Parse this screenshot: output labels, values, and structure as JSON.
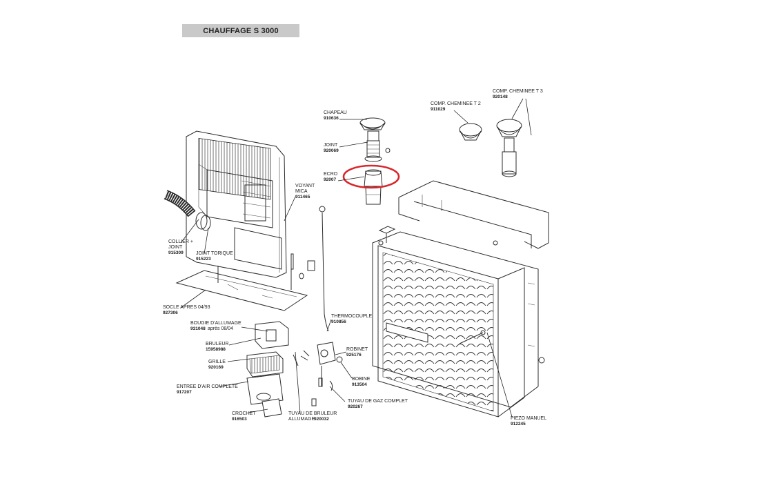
{
  "title": "CHAUFFAGE S 3000",
  "highlight_color": "#d9262c",
  "parts": [
    {
      "id": "chapeau",
      "name": "CHAPEAU",
      "ref": "910636"
    },
    {
      "id": "joint",
      "name": "JOINT",
      "ref": "920069"
    },
    {
      "id": "ecrou",
      "name": "ECRO",
      "ref": "92007"
    },
    {
      "id": "comp-t2",
      "name": "COMP. CHEMINEE T 2",
      "ref": "911029"
    },
    {
      "id": "comp-t3",
      "name": "COMP. CHEMINEE T 3",
      "ref": "920148"
    },
    {
      "id": "voyant",
      "name": "VOYANT",
      "name2": "MICA",
      "ref": "911465"
    },
    {
      "id": "collier",
      "name": "COLLIER +",
      "name2": "JOINT",
      "ref": "915309"
    },
    {
      "id": "joint-torique",
      "name": "JOINT TORIQUE",
      "ref": "915223"
    },
    {
      "id": "socle",
      "name": "SOCLE APRES 04/93",
      "ref": "927306"
    },
    {
      "id": "bougie",
      "name": "BOUGIE D'ALLUMAGE",
      "ref": "931048",
      "note": "après 08/04"
    },
    {
      "id": "thermocouple",
      "name": "THERMOCOUPLE",
      "ref": "910856"
    },
    {
      "id": "bruleur",
      "name": "BRULEUR",
      "ref": "15958988"
    },
    {
      "id": "robinet",
      "name": "ROBINET",
      "ref": "925176"
    },
    {
      "id": "grille",
      "name": "GRILLE",
      "ref": "920169"
    },
    {
      "id": "bobine",
      "name": "BOBINE",
      "ref": "913504"
    },
    {
      "id": "entree-air",
      "name": "ENTREE D'AIR COMPLETE",
      "ref": "917207"
    },
    {
      "id": "tuyau-gaz",
      "name": "TUYAU DE GAZ COMPLET",
      "ref": "920267"
    },
    {
      "id": "crochet",
      "name": "CROCHET",
      "ref": "916503"
    },
    {
      "id": "tuyau-bruleur",
      "name": "TUYAU DE BRULEUR",
      "name2": "ALLUMAGE",
      "ref": "920032"
    },
    {
      "id": "piezo",
      "name": "PIEZO MANUEL",
      "ref": "912245"
    }
  ]
}
